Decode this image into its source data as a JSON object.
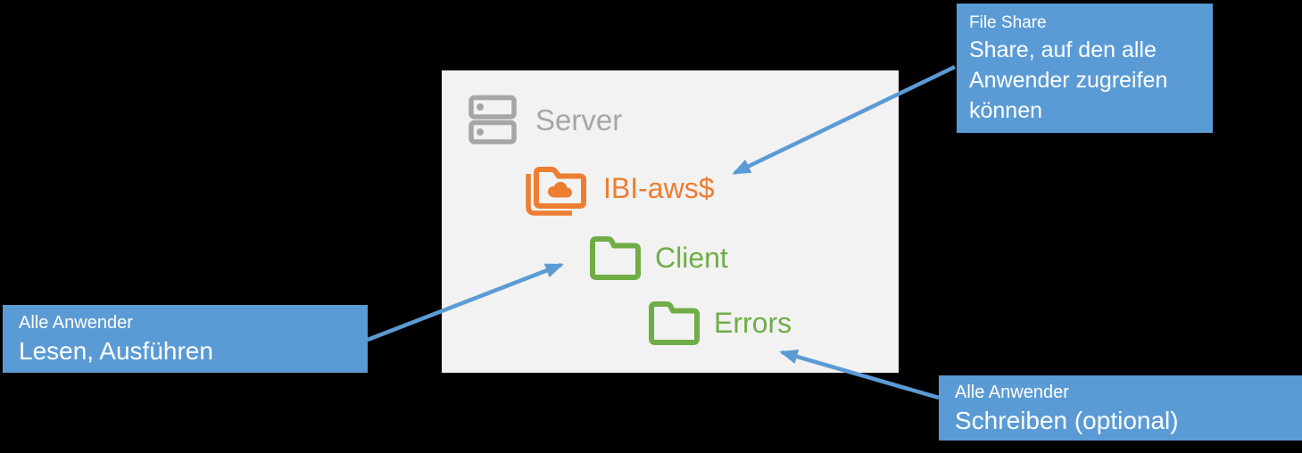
{
  "colors": {
    "bg": "#000000",
    "panel": "#F2F2F2",
    "callout": "#5B9BD5",
    "callout_text": "#FFFFFF",
    "gray": "#A6A6A6",
    "orange": "#ED7D31",
    "green": "#70AD47",
    "arrow": "#5B9BD5"
  },
  "diagram": {
    "server": {
      "label": "Server",
      "icon": "server-icon"
    },
    "share": {
      "label": "IBI-aws$",
      "icon": "cloud-shared-folder-icon"
    },
    "folders": [
      {
        "label": "Client",
        "icon": "folder-icon"
      },
      {
        "label": "Errors",
        "icon": "folder-icon"
      }
    ]
  },
  "callouts": [
    {
      "id": "file-share",
      "title": "File Share",
      "body": "Share, auf den alle Anwender zugreifen können",
      "points_to": "IBI-aws$"
    },
    {
      "id": "read-execute",
      "title": "Alle Anwender",
      "body": "Lesen, Ausführen",
      "points_to": "Client"
    },
    {
      "id": "write-optional",
      "title": "Alle Anwender",
      "body": "Schreiben (optional)",
      "points_to": "Errors"
    }
  ]
}
